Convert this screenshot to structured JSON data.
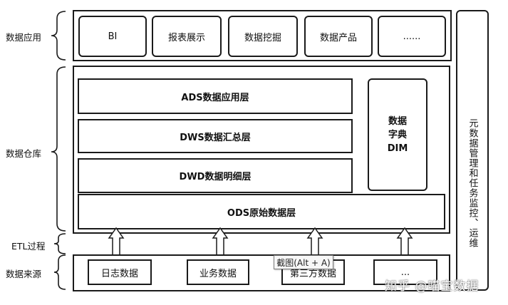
{
  "side_labels": {
    "data_app": "数据应用",
    "data_warehouse": "数据仓库",
    "etl": "ETL过程",
    "data_source": "数据来源"
  },
  "app_boxes": [
    "BI",
    "报表展示",
    "数据挖掘",
    "数据产品",
    "......"
  ],
  "layers": {
    "ads": "ADS数据应用层",
    "dws": "DWS数据汇总层",
    "dwd": "DWD数据明细层",
    "ods": "ODS原始数据层",
    "dim": "数据\n字典\nDIM"
  },
  "meta_panel": "元数据管理和任务监控、运维",
  "source_boxes": [
    "日志数据",
    "业务数据",
    "第三方数据",
    "..."
  ],
  "tooltip": "截图(Alt + A)",
  "watermark": "知乎 @喵宝数据"
}
